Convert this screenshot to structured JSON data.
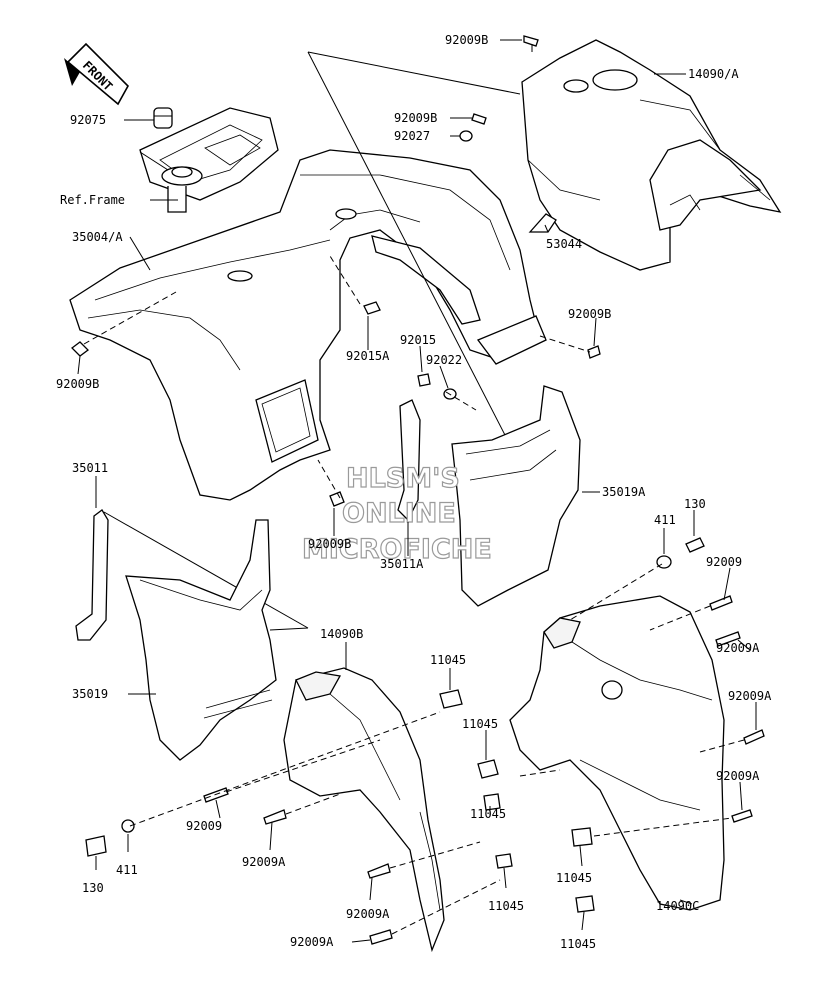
{
  "front_indicator": "FRONT",
  "ref_frame_label": "Ref.Frame",
  "watermark": [
    "HLSM'S",
    "ONLINE",
    "MICROFICHE"
  ],
  "callouts": {
    "c_92009B_top": "92009B",
    "c_14090A": "14090/A",
    "c_92075": "92075",
    "c_92009B_mid": "92009B",
    "c_92027": "92027",
    "c_35004A": "35004/A",
    "c_53044": "53044",
    "c_92009B_right": "92009B",
    "c_92015": "92015",
    "c_92022": "92022",
    "c_92015A": "92015A",
    "c_92009B_left": "92009B",
    "c_35011": "35011",
    "c_35019A": "35019A",
    "c_130_right": "130",
    "c_411_right": "411",
    "c_92009B_center": "92009B",
    "c_35011A": "35011A",
    "c_92009_right": "92009",
    "c_14090B": "14090B",
    "c_92009A_r1": "92009A",
    "c_92009A_r2": "92009A",
    "c_11045_a": "11045",
    "c_35019": "35019",
    "c_11045_b": "11045",
    "c_92009A_r3": "92009A",
    "c_11045_c": "11045",
    "c_92009_left": "92009",
    "c_411_left": "411",
    "c_92009A_lower": "92009A",
    "c_130_left": "130",
    "c_11045_d": "11045",
    "c_11045_e": "11045",
    "c_92009A_bot1": "92009A",
    "c_11045_f": "11045",
    "c_92009A_bot2": "92009A",
    "c_14090C": "14090C"
  }
}
